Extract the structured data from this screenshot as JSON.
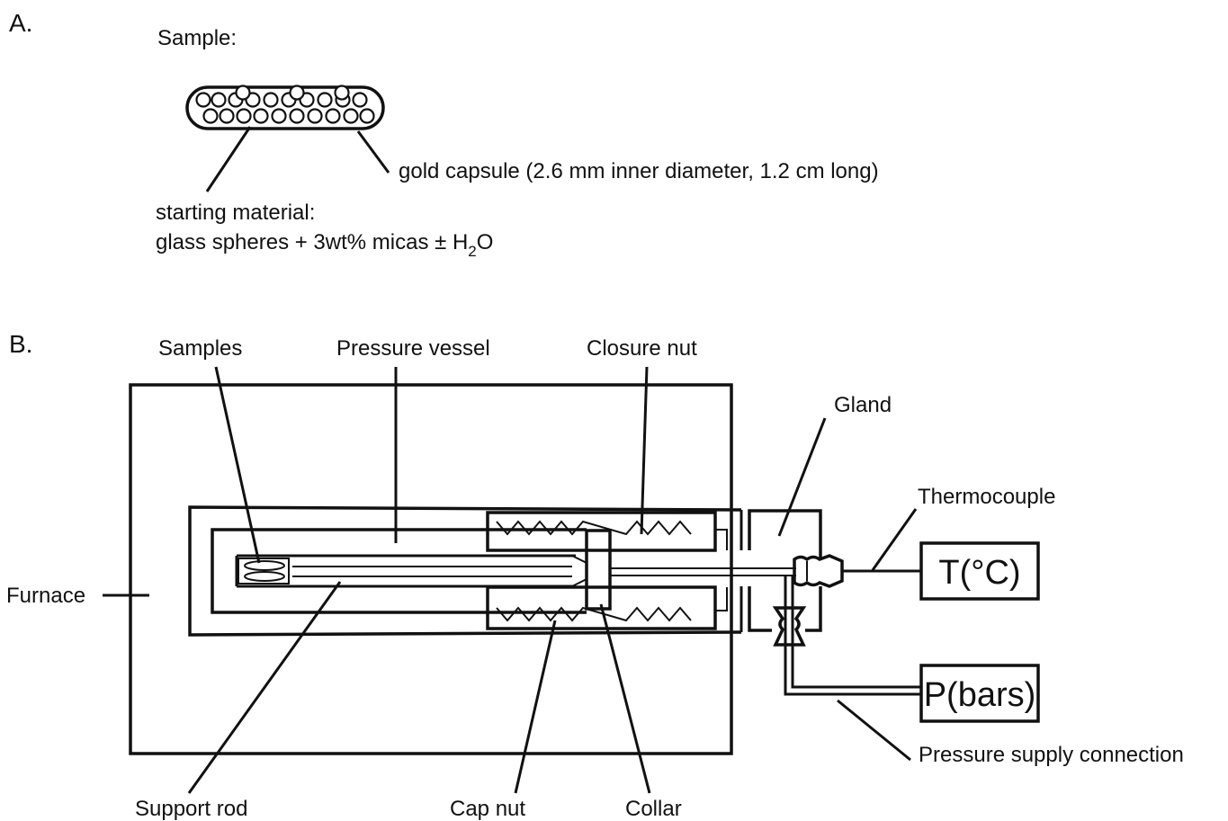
{
  "panel_a": {
    "letter": "A.",
    "heading": "Sample:",
    "capsule_label": "gold capsule (2.6 mm inner diameter, 1.2 cm long)",
    "material_label_1": "starting material:",
    "material_label_2_prefix": "glass spheres + 3wt% micas ± H",
    "material_label_2_sub": "2",
    "material_label_2_suffix": "O"
  },
  "panel_b": {
    "letter": "B.",
    "labels": {
      "samples": "Samples",
      "pressure_vessel": "Pressure vessel",
      "closure_nut": "Closure nut",
      "gland": "Gland",
      "thermocouple": "Thermocouple",
      "furnace": "Furnace",
      "support_rod": "Support rod",
      "cap_nut": "Cap nut",
      "collar": "Collar",
      "pressure_supply": "Pressure supply connection"
    },
    "temperature_box": "T(°C)",
    "pressure_box": "P(bars)"
  }
}
